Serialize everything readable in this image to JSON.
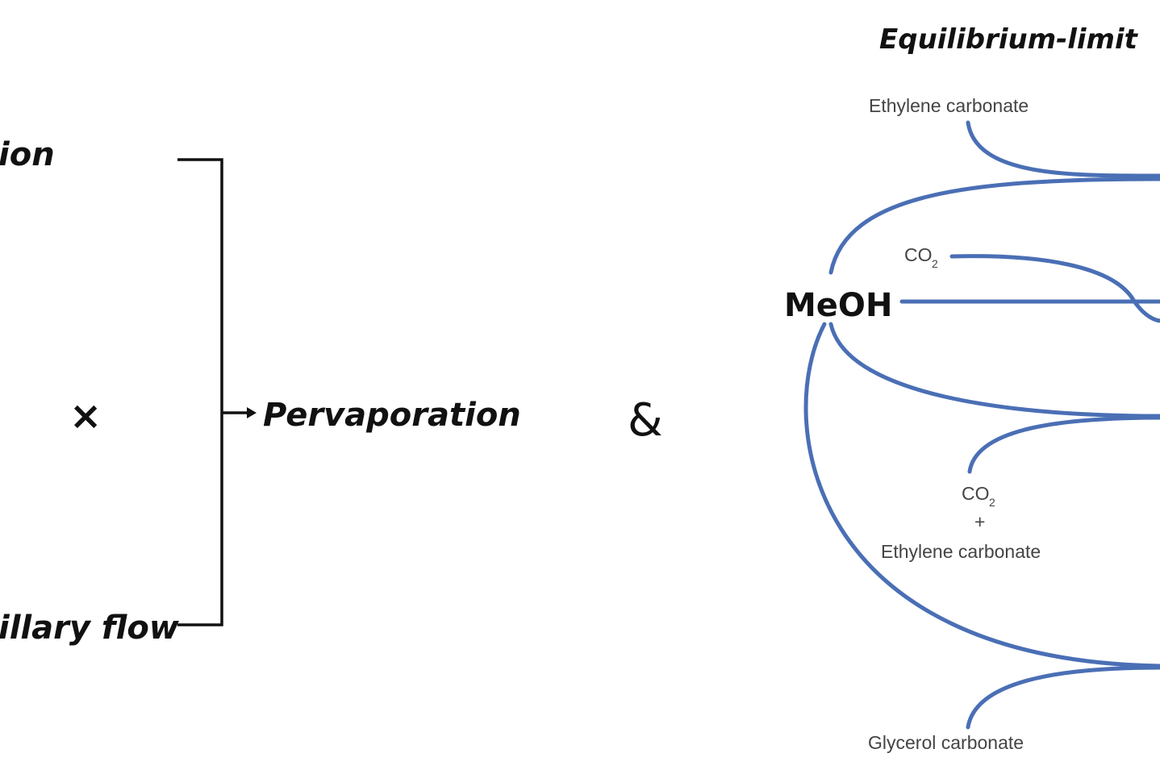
{
  "left": {
    "top_label": "ion",
    "bottom_label": "illary flow",
    "cross_symbol": "×",
    "result_label": "Pervaporation"
  },
  "connector": "&",
  "right": {
    "title": "Equilibrium-limit",
    "center": "MeOH",
    "reactants": {
      "top": "Ethylene carbonate",
      "co2_top_base": "CO",
      "co2_top_sub": "2",
      "co2_mid_base": "CO",
      "co2_mid_sub": "2",
      "plus": "+",
      "mid_ec": "Ethylene carbonate",
      "bottom": "Glycerol carbonate"
    }
  },
  "colors": {
    "flow": "#4a6fb5",
    "text": "#111111"
  }
}
